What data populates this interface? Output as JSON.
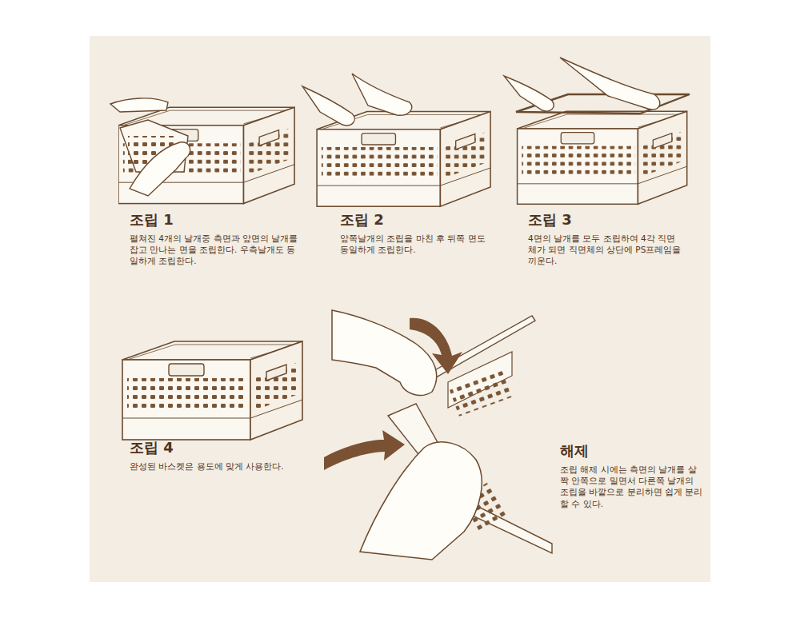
{
  "diagram": {
    "labels": [
      "조립 1",
      "펼쳐진 4개의 날개중 측면과 앞면의 날개를 잡고 만나는 면을 조립한다. 우측날개도 동일하게 조립한다.",
      "조립 2",
      "앞쪽날개의 조립을 마친 후 뒤쪽 면도 동일하게 조립한다.",
      "조립 3",
      "4면의 날개를 모두 조립하여 4각 직면체가 되면 직면체의 상단에 PS프레임을 끼운다.",
      "조립 4",
      "완성된 바스켓은 용도에 맞게 사용한다.",
      "해제",
      "조립 해제 시에는 측면의 날개를 살짝 안쪽으로 밀면서 다른쪽 날개의 조립을 바깥으로 분리하면 쉽게 분리할 수 있다."
    ]
  }
}
